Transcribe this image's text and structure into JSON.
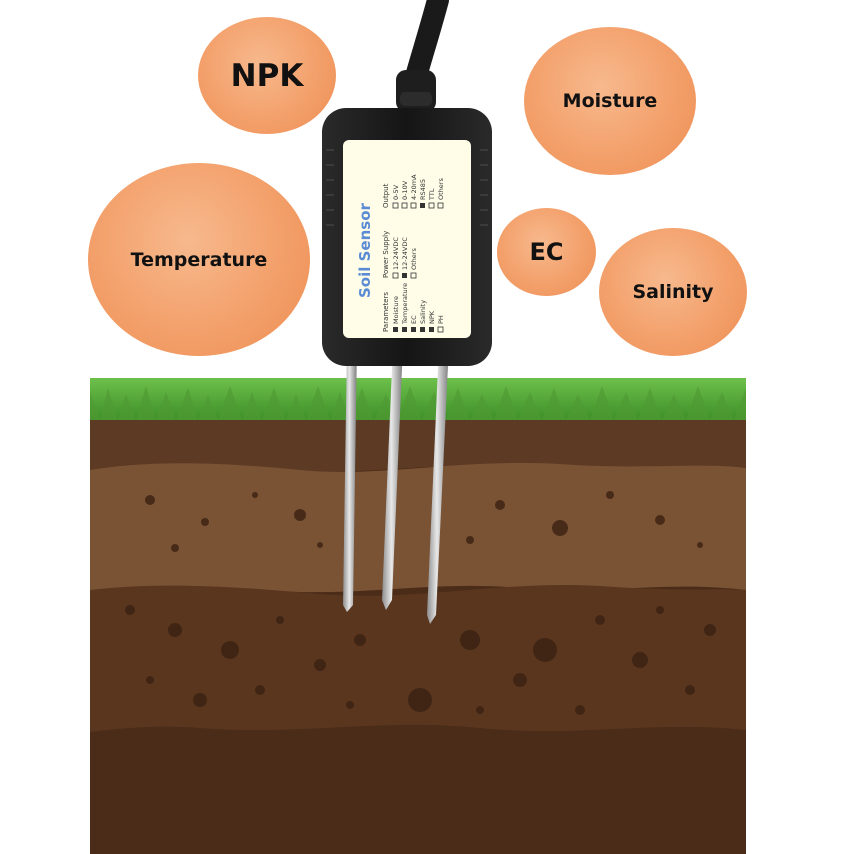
{
  "bubbles": {
    "npk": "NPK",
    "moisture": "Moisture",
    "temperature": "Temperature",
    "ec": "EC",
    "salinity": "Salinity"
  },
  "sensor": {
    "title": "Soil Sensor",
    "parameters_heading": "Parameters",
    "parameters": [
      "Moisture",
      "Temperature",
      "EC",
      "Salinity",
      "NPK",
      "PH"
    ],
    "power_heading": "Power Supply",
    "power_options": [
      "12-24VDC",
      "12-24VDC",
      "Others"
    ],
    "output_heading": "Output",
    "output_options": [
      "0-5V",
      "0-10V",
      "4-20mA",
      "RS485",
      "TTL",
      "Others"
    ]
  },
  "colors": {
    "bubble": "#f3a06b",
    "grass": "#5ba83c",
    "soil_top": "#5c3a24",
    "soil_mid": "#7a5234",
    "soil_deep": "#4a2c18",
    "sensor_body": "#1e1e1e",
    "sensor_label": "#fffde8",
    "probe": "#c9c9c9"
  }
}
